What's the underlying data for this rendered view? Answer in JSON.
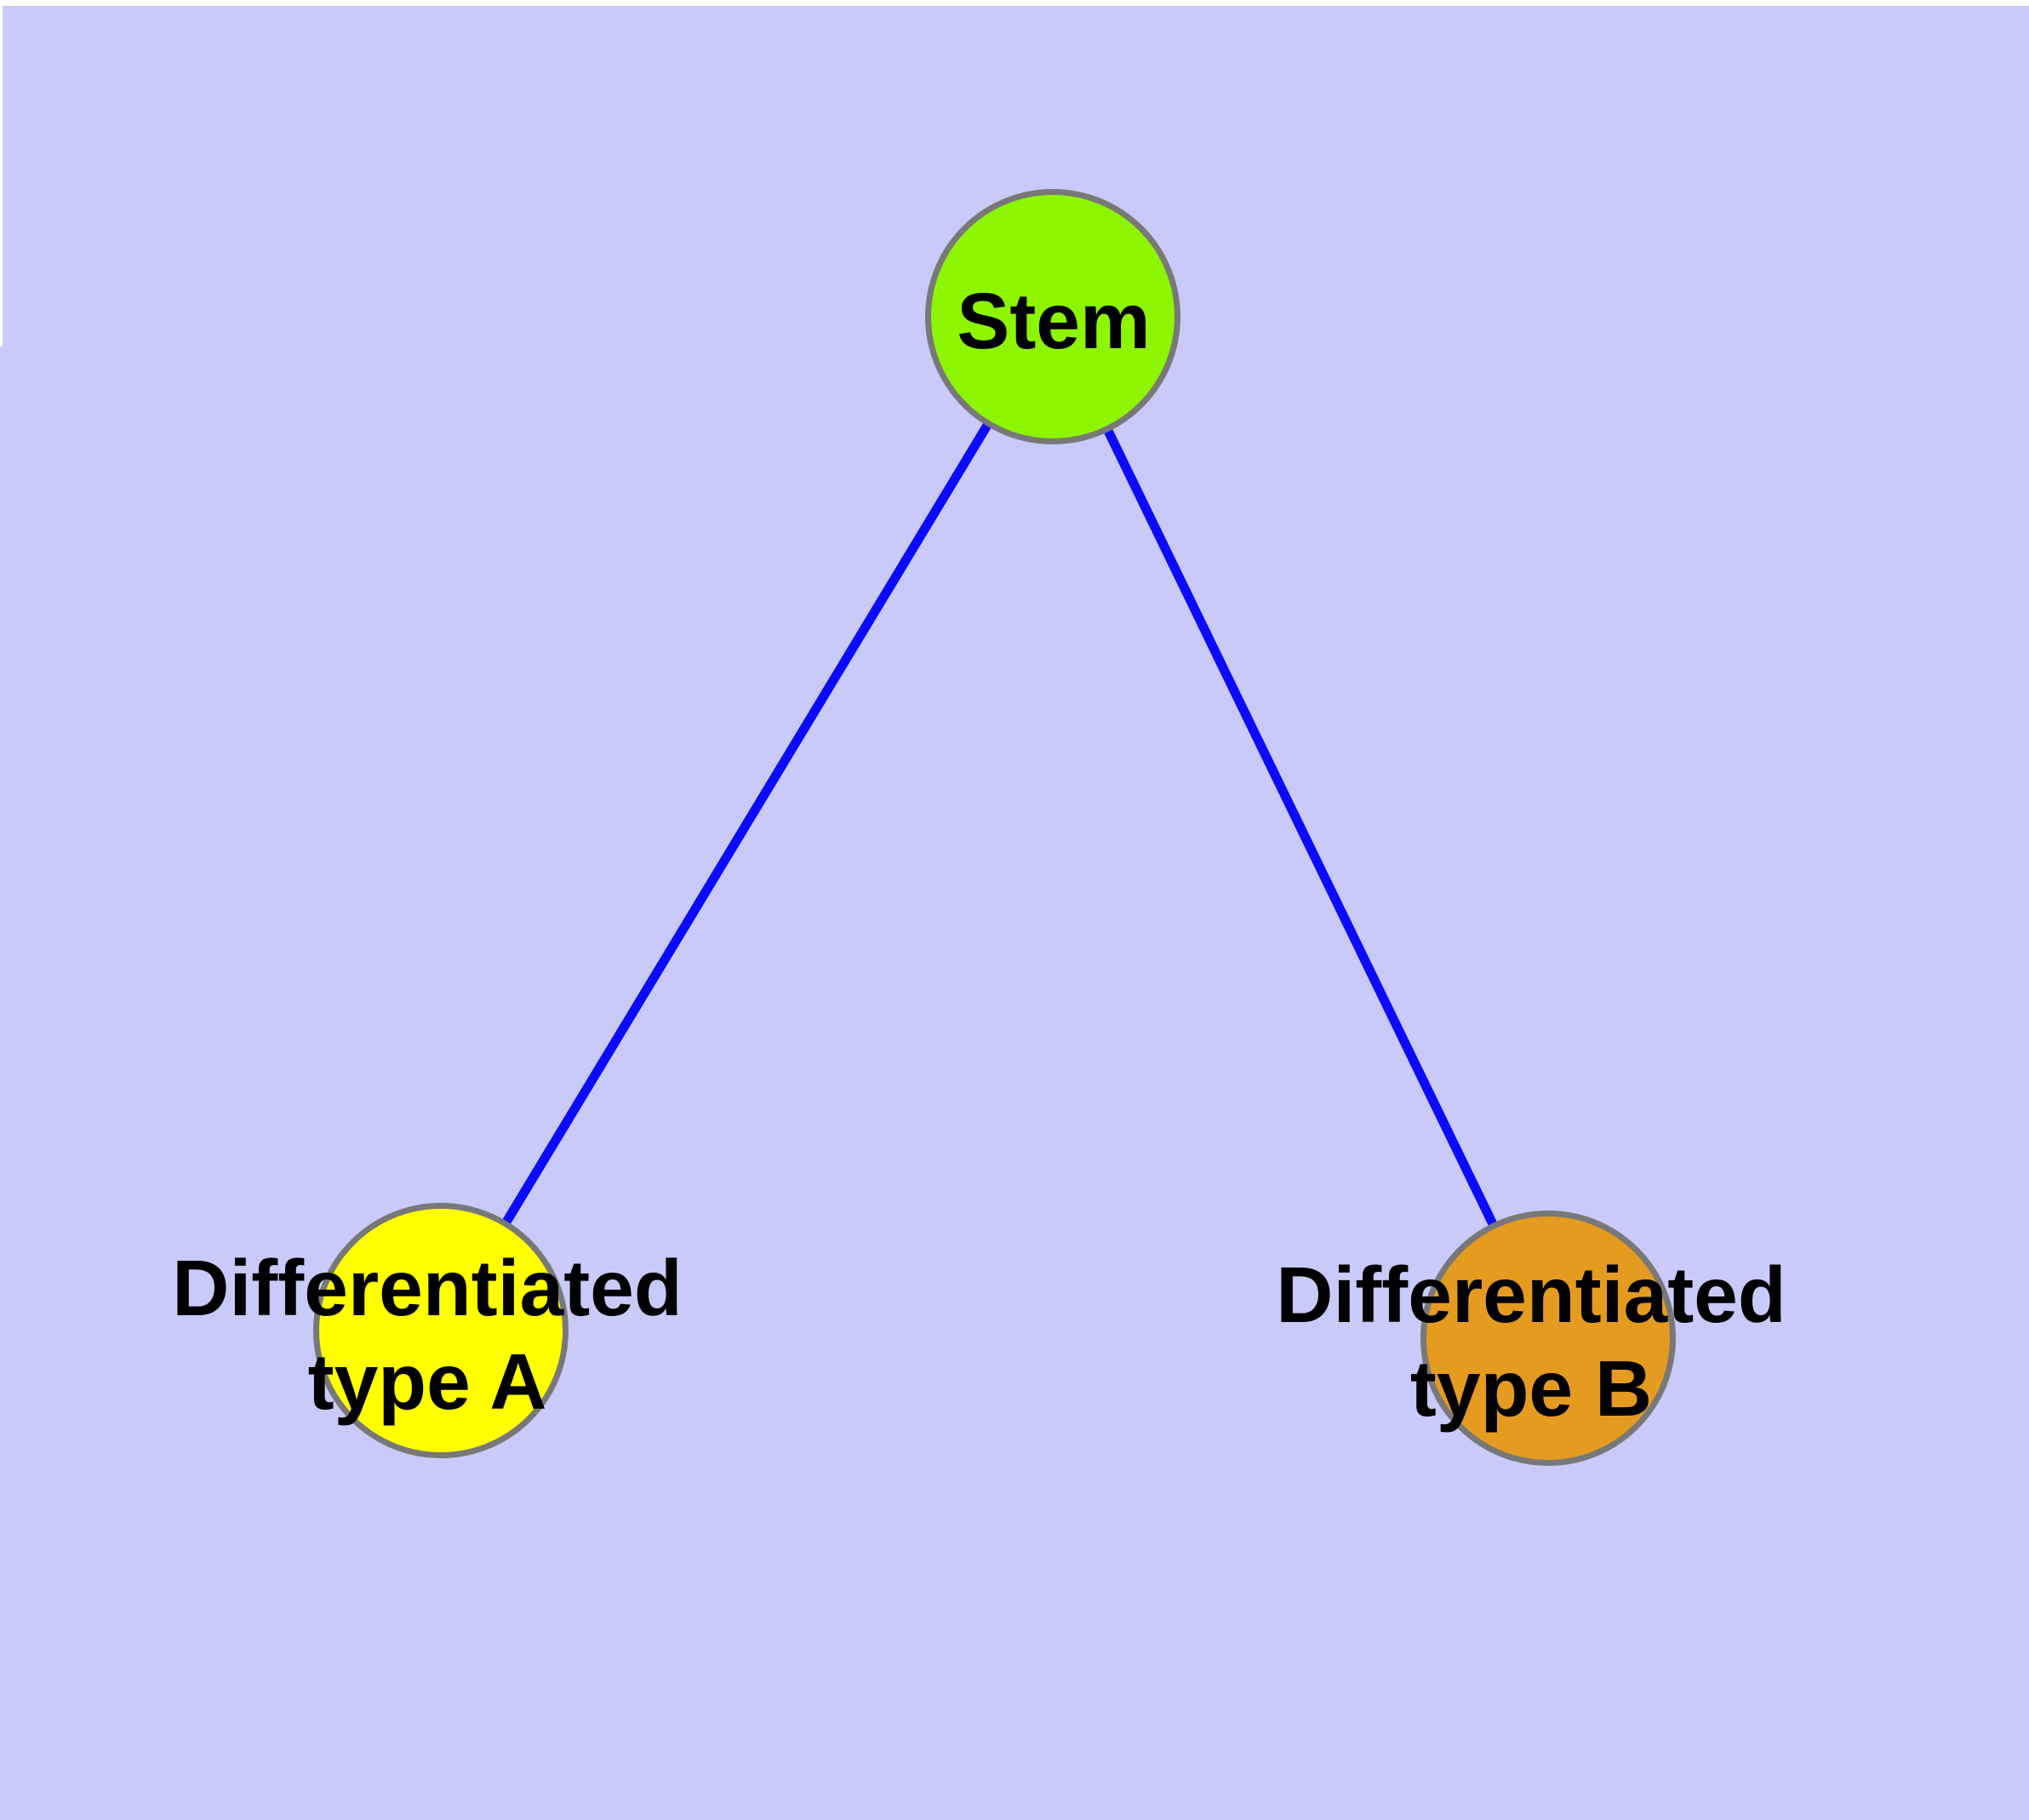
{
  "diagram": {
    "title": "",
    "background_color": "#C9C9FA",
    "margin_color": "#FFFFFF",
    "node_border_color": "#787878",
    "edge_color": "#0A0AFF",
    "nodes": [
      {
        "id": "stem",
        "label": "Stem",
        "fill": "#8DF500",
        "shape": "circle"
      },
      {
        "id": "differentiated-type-a",
        "label": "Differentiated\ntype A",
        "fill": "#FFFF00",
        "shape": "circle"
      },
      {
        "id": "differentiated-type-b",
        "label": "Differentiated\ntype B",
        "fill": "#E49B20",
        "shape": "circle"
      }
    ],
    "edges": [
      {
        "from": "stem",
        "to": "differentiated-type-a",
        "color": "#0A0AFF"
      },
      {
        "from": "stem",
        "to": "differentiated-type-b",
        "color": "#0A0AFF"
      }
    ]
  }
}
